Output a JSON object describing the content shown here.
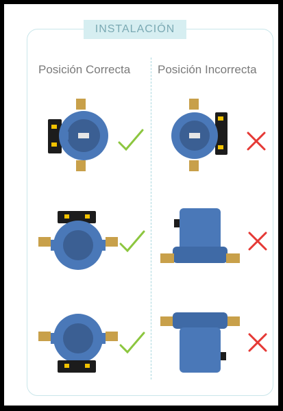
{
  "title": "INSTALACIÓN",
  "columns": {
    "correct": "Posición Correcta",
    "incorrect": "Posición Incorrecta"
  },
  "colors": {
    "frame": "#000000",
    "panel_border": "#c9e6ea",
    "title_bg": "#d6eef1",
    "title_text": "#7aa9b3",
    "correct_mark": "#8cc63f",
    "incorrect_mark": "#e53935",
    "pump_body": "#4a78b8",
    "brass": "#c8a04a"
  },
  "rows": [
    {
      "correct": "horizontal-shaft-box-left",
      "incorrect": "horizontal-shaft-box-right",
      "correct_mark": "check-icon",
      "incorrect_mark": "cross-icon"
    },
    {
      "correct": "horizontal-shaft-box-top",
      "incorrect": "vertical-shaft-motor-up",
      "correct_mark": "check-icon",
      "incorrect_mark": "cross-icon"
    },
    {
      "correct": "horizontal-shaft-box-bottom",
      "incorrect": "vertical-shaft-motor-down",
      "correct_mark": "check-icon",
      "incorrect_mark": "cross-icon"
    }
  ]
}
